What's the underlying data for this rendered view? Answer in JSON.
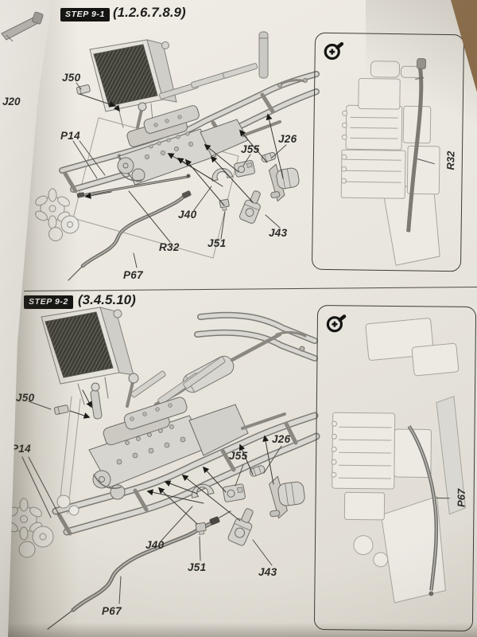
{
  "colors": {
    "wood": "#8a6e4c",
    "page": "#eae7df",
    "ink": "#3f3e39",
    "badge_bg": "#141412",
    "badge_text": "#f4f3ef",
    "radiator_core": "#3d3c35"
  },
  "prev_page": {
    "part_label": "J20"
  },
  "step1": {
    "badge": "STEP 9-1",
    "title": "(1.2.6.7.8.9)",
    "part_labels": {
      "J50": "J50",
      "P14": "P14",
      "J55": "J55",
      "J26": "J26",
      "J40": "J40",
      "J43": "J43",
      "R32": "R32",
      "J51": "J51",
      "P67": "P67"
    },
    "inset": {
      "icon": "magnifier-plus",
      "part_label": "R32"
    }
  },
  "step2": {
    "badge": "STEP 9-2",
    "title": "(3.4.5.10)",
    "part_labels": {
      "J50": "J50",
      "P14": "P14",
      "J26": "J26",
      "J55": "J55",
      "J40": "J40",
      "J51": "J51",
      "J43": "J43",
      "P67": "P67"
    },
    "inset": {
      "icon": "magnifier-plus",
      "part_label": "P67"
    }
  }
}
